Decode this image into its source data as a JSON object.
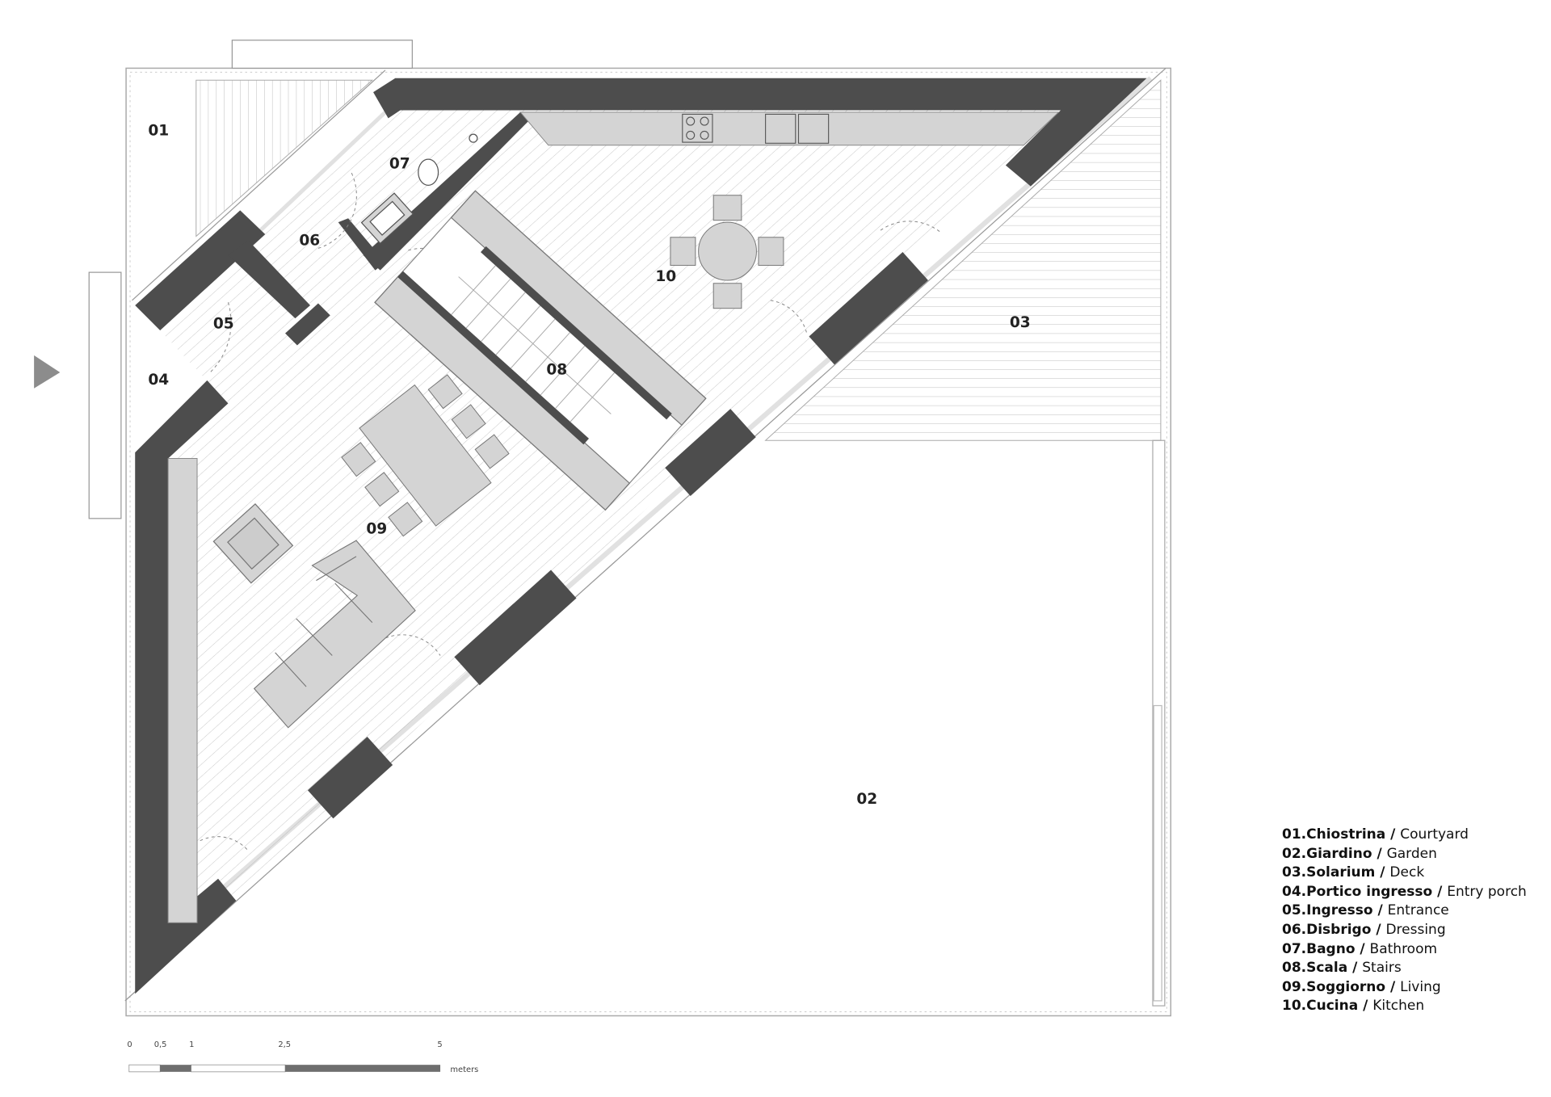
{
  "rooms": {
    "r01": "01",
    "r02": "02",
    "r03": "03",
    "r04": "04",
    "r05": "05",
    "r06": "06",
    "r07": "07",
    "r08": "08",
    "r09": "09",
    "r10": "10"
  },
  "legend": [
    {
      "code": "01.Chiostrina",
      "sep": " / ",
      "en": "Courtyard"
    },
    {
      "code": "02.Giardino",
      "sep": " / ",
      "en": "Garden"
    },
    {
      "code": "03.Solarium",
      "sep": " / ",
      "en": "Deck"
    },
    {
      "code": "04.Portico ingresso",
      "sep": " / ",
      "en": "Entry porch"
    },
    {
      "code": "05.Ingresso",
      "sep": " / ",
      "en": "Entrance"
    },
    {
      "code": "06.Disbrigo",
      "sep": " / ",
      "en": "Dressing"
    },
    {
      "code": "07.Bagno",
      "sep": " / ",
      "en": "Bathroom"
    },
    {
      "code": "08.Scala",
      "sep": " / ",
      "en": "Stairs"
    },
    {
      "code": "09.Soggiorno",
      "sep": " / ",
      "en": "Living"
    },
    {
      "code": "10.Cucina",
      "sep": " / ",
      "en": "Kitchen"
    }
  ],
  "scale": {
    "ticks": [
      "0",
      "0,5",
      "1",
      "2,5",
      "5"
    ],
    "unit": "meters"
  },
  "colors": {
    "wall": "#4d4d4d",
    "furniture": "#d4d4d4",
    "line": "#999999"
  }
}
